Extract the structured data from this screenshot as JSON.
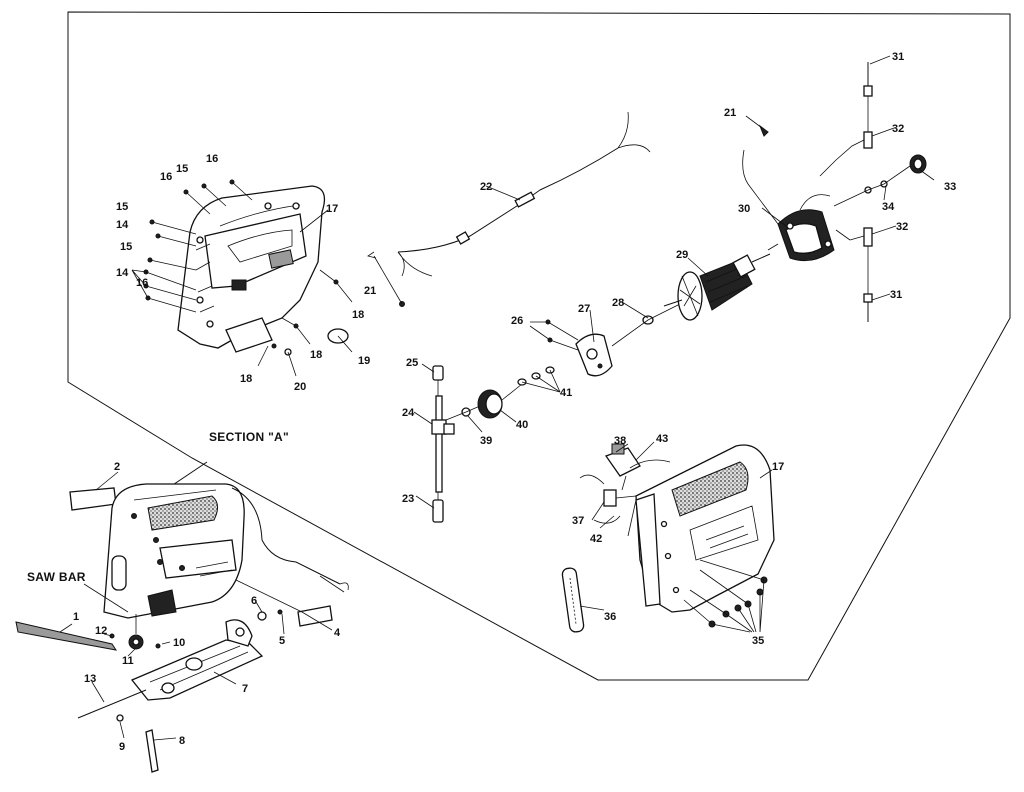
{
  "diagram": {
    "section_label": "SECTION \"A\"",
    "saw_bar_label": "SAW BAR",
    "callouts": [
      "1",
      "2",
      "4",
      "5",
      "6",
      "7",
      "8",
      "9",
      "10",
      "11",
      "12",
      "13",
      "14",
      "14",
      "15",
      "15",
      "15",
      "16",
      "16",
      "16",
      "17",
      "17",
      "18",
      "18",
      "18",
      "19",
      "20",
      "21",
      "21",
      "22",
      "23",
      "24",
      "25",
      "26",
      "27",
      "28",
      "29",
      "30",
      "31",
      "31",
      "32",
      "32",
      "33",
      "34",
      "35",
      "36",
      "37",
      "38",
      "39",
      "40",
      "41",
      "42",
      "43"
    ]
  }
}
